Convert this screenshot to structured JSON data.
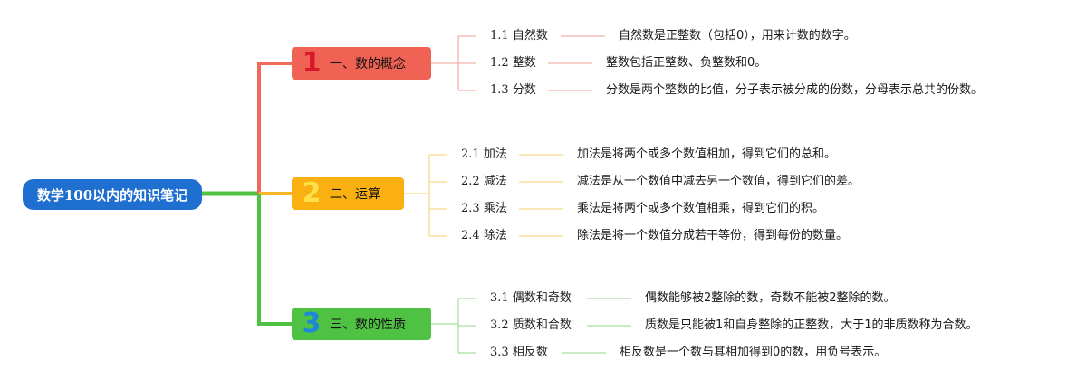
{
  "root": {
    "title": "数学100以内的知识笔记"
  },
  "branches": [
    {
      "number": "1",
      "label": "一、数的概念",
      "color": "#f06253",
      "numColor": "#d7182a",
      "lineColor": "#ef6a5b",
      "leafLineColor": "#f2b3ab",
      "items": [
        {
          "no": "1.1",
          "title": "自然数",
          "desc": "自然数是正整数（包括0），用来计数的数字。"
        },
        {
          "no": "1.2",
          "title": "整数",
          "desc": "整数包括正整数、负整数和0。"
        },
        {
          "no": "1.3",
          "title": "分数",
          "desc": "分数是两个整数的比值，分子表示被分成的份数，分母表示总共的份数。"
        }
      ]
    },
    {
      "number": "2",
      "label": "二、运算",
      "color": "#fbb012",
      "numColor": "#fde04a",
      "lineColor": "#f7b52a",
      "leafLineColor": "#f8d98a",
      "items": [
        {
          "no": "2.1",
          "title": "加法",
          "desc": "加法是将两个或多个数值相加，得到它们的总和。"
        },
        {
          "no": "2.2",
          "title": "减法",
          "desc": "减法是从一个数值中减去另一个数值，得到它们的差。"
        },
        {
          "no": "2.3",
          "title": "乘法",
          "desc": "乘法是将两个或多个数值相乘，得到它们的积。"
        },
        {
          "no": "2.4",
          "title": "除法",
          "desc": "除法是将一个数值分成若干等份，得到每份的数量。"
        }
      ]
    },
    {
      "number": "3",
      "label": "三、数的性质",
      "color": "#4fc244",
      "numColor": "#1e88d8",
      "lineColor": "#52c443",
      "leafLineColor": "#a9dea2",
      "items": [
        {
          "no": "3.1",
          "title": "偶数和奇数",
          "desc": "偶数能够被2整除的数，奇数不能被2整除的数。"
        },
        {
          "no": "3.2",
          "title": "质数和合数",
          "desc": "质数是只能被1和自身整除的正整数，大于1的非质数称为合数。"
        },
        {
          "no": "3.3",
          "title": "相反数",
          "desc": "相反数是一个数与其相加得到0的数，用负号表示。"
        }
      ]
    }
  ]
}
